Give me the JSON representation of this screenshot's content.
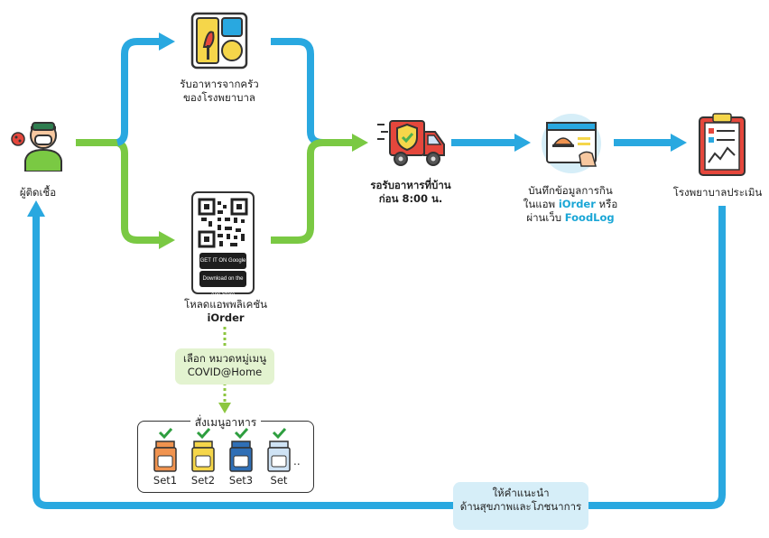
{
  "nodes": {
    "patient": {
      "label": "ผู้ติดเชื้อ"
    },
    "hospital_kitchen": {
      "line1": "รับอาหารจากครัว",
      "line2": "ของโรงพยาบาล"
    },
    "app_download": {
      "line1": "โหลดแอพพลิเคชัน",
      "line2": "iOrder"
    },
    "delivery": {
      "line1": "รอรับอาหารที่บ้าน",
      "line2": "ก่อน 8:00 น."
    },
    "record": {
      "line1": "บันทึกข้อมูลการกิน",
      "line2_pre": "ในแอพ ",
      "line2_app": "iOrder",
      "line2_post": " หรือ",
      "line3_pre": "ผ่านเว็บ ",
      "line3_web": "FoodLog"
    },
    "hospital_eval": {
      "label": "โรงพยาบาลประเมิน"
    }
  },
  "choose_menu": {
    "line1": "เลือก หมวดหมู่เมนู",
    "line2": "COVID@Home"
  },
  "menu_order": {
    "title": "สั่งเมนูอาหาร",
    "sets": [
      "Set1",
      "Set2",
      "Set3",
      "Set"
    ],
    "set_colors": [
      "#f0934f",
      "#f5d64a",
      "#2f6fb6",
      "#cfe3f5"
    ]
  },
  "advice": {
    "line1": "ให้คำแนะนำ",
    "line2": "ด้านสุขภาพและโภชนาการ"
  },
  "store_buttons": {
    "google": "GET IT ON Google play",
    "apple": "Download on the App Store"
  },
  "colors": {
    "blue": "#29a8e0",
    "green": "#7ac943",
    "dotted_green": "#8cc63f",
    "advice_bg": "#d6eef8",
    "pill_bg": "#e3f3d0"
  }
}
